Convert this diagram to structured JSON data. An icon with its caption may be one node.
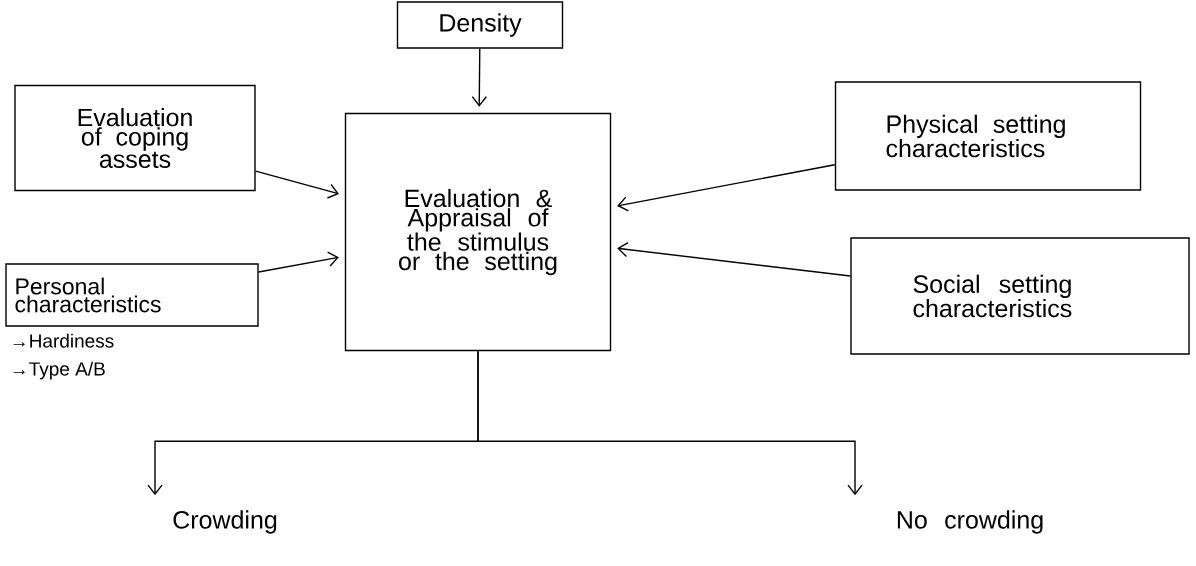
{
  "diagram": {
    "nodes": [
      {
        "text": [
          "Density"
        ]
      },
      {
        "text": [
          "Evaluation of coping assets"
        ]
      },
      {
        "text": [
          "Evaluation & Appraisal of the stimulus or the setting"
        ]
      },
      {
        "text": [
          "Physical setting characteristics"
        ]
      },
      {
        "text": [
          "Personal characteristics"
        ],
        "beside": [
          "→Hardiness",
          "→Type A/B"
        ]
      },
      {
        "text": [
          "Social setting characteristics"
        ]
      },
      {
        "text": [
          "Crowding"
        ]
      },
      {
        "text": [
          "No crowding"
        ]
      }
    ],
    "edges": [
      {
        "from": 0,
        "to": 2,
        "arrow": "to"
      },
      {
        "from": 1,
        "to": 2,
        "arrow": "to"
      },
      {
        "from": 3,
        "to": 2,
        "arrow": "to"
      },
      {
        "from": 4,
        "to": 2,
        "arrow": "to"
      },
      {
        "from": 5,
        "to": 2,
        "arrow": "to"
      },
      {
        "from": 2,
        "to": 6,
        "arrow": "to"
      },
      {
        "from": 2,
        "to": 7,
        "arrow": "to"
      }
    ]
  }
}
